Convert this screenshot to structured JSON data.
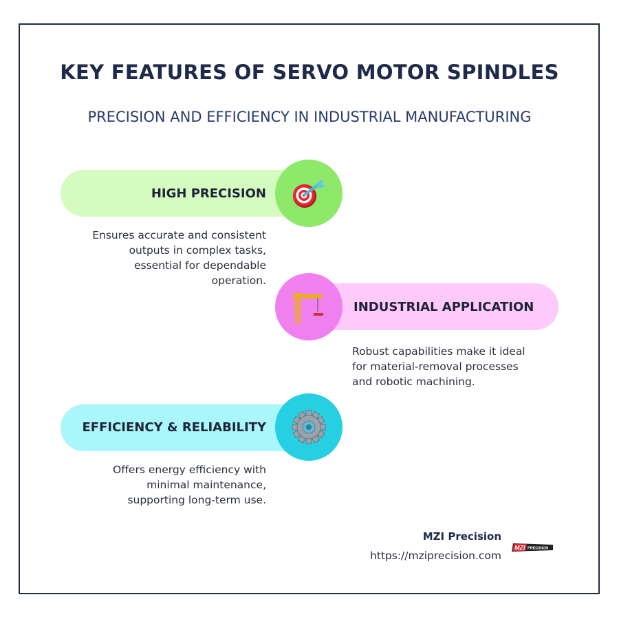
{
  "title": "KEY FEATURES OF SERVO MOTOR SPINDLES",
  "subtitle": "PRECISION AND EFFICIENCY IN INDUSTRIAL MANUFACTURING",
  "features": [
    {
      "label": "HIGH PRECISION",
      "icon": "target-dart-icon",
      "pill_color": "#d5fbc1",
      "circle_color": "#8ee86a",
      "description": [
        "Ensures accurate and consistent",
        "outputs in complex tasks,",
        "essential for dependable",
        "operation."
      ]
    },
    {
      "label": "INDUSTRIAL APPLICATION",
      "icon": "crane-icon",
      "pill_color": "#fdcafb",
      "circle_color": "#f07ff0",
      "description": [
        "Robust capabilities make it ideal",
        "for material-removal processes",
        "and robotic machining."
      ]
    },
    {
      "label": "EFFICIENCY & RELIABILITY",
      "icon": "gear-icon",
      "pill_color": "#a9f6fb",
      "circle_color": "#27cfe3",
      "description": [
        "Offers energy efficiency with",
        "minimal maintenance,",
        "supporting long-term use."
      ]
    }
  ],
  "footer": {
    "brand": "MZI Precision",
    "url": "https://mziprecision.com",
    "logo_text": "MZI PRECISION"
  }
}
